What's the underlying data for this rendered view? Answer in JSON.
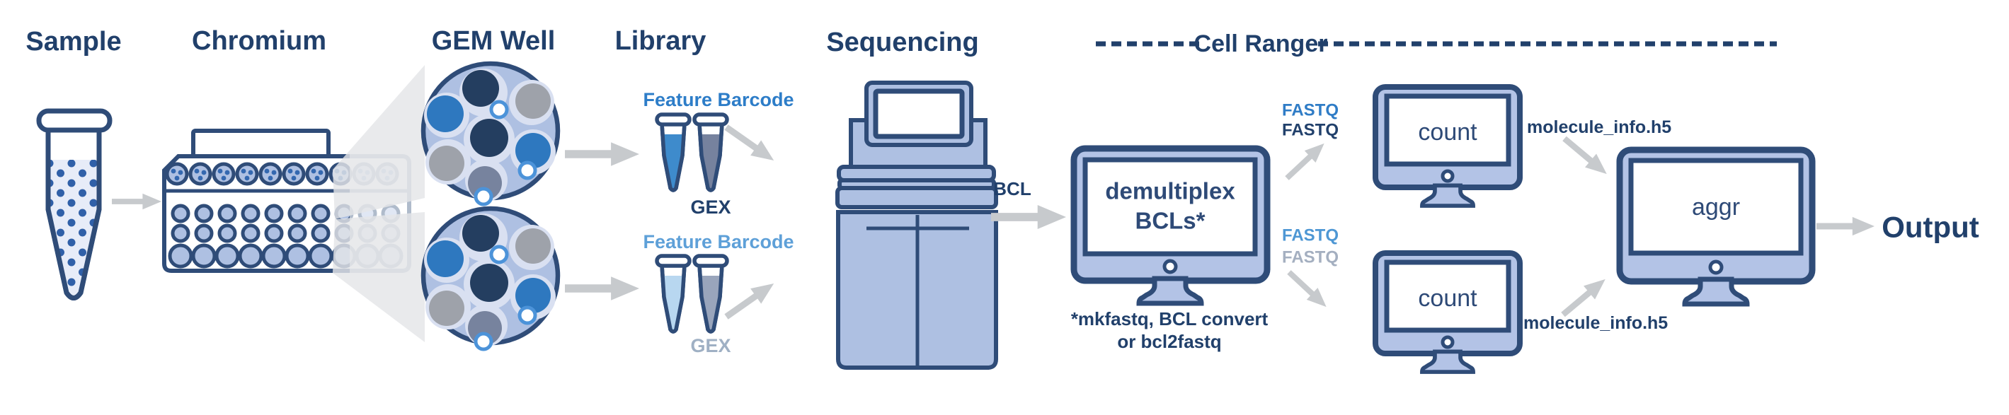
{
  "diagram": {
    "stages": {
      "sample": {
        "title": "Sample"
      },
      "chromium": {
        "title": "Chromium"
      },
      "gem_well": {
        "title": "GEM Well"
      },
      "library": {
        "title": "Library",
        "rows": [
          {
            "feature_barcode_label": "Feature Barcode",
            "gex_label": "GEX",
            "fb_color": "#2D7DC8",
            "gex_color": "#21406B",
            "tube1_color": "#3E8BCC",
            "tube2_color": "#76829E"
          },
          {
            "feature_barcode_label": "Feature Barcode",
            "gex_label": "GEX",
            "fb_color": "#5EA0D8",
            "gex_color": "#9FB0C4",
            "tube1_color": "#B8D7F0",
            "tube2_color": "#99A5BC"
          }
        ]
      },
      "sequencing": {
        "title": "Sequencing"
      },
      "cell_ranger": {
        "title": "Cell Ranger",
        "bcl_label": "BCL",
        "demultiplex": {
          "line1": "demultiplex",
          "line2": "BCLs*"
        },
        "footnote": {
          "line1": "*mkfastq, BCL convert",
          "line2": "or bcl2fastq"
        },
        "fastq_pair_top": {
          "line1": "FASTQ",
          "line2": "FASTQ",
          "line1_color": "#2F7CC6",
          "line2_color": "#21406B"
        },
        "fastq_pair_bottom": {
          "line1": "FASTQ",
          "line2": "FASTQ",
          "line1_color": "#4E97D4",
          "line2_color": "#A4AFC0"
        },
        "count_top_label": "count",
        "count_bottom_label": "count",
        "molecule_info_top": "molecule_info.h5",
        "molecule_info_bottom": "molecule_info.h5",
        "aggr_label": "aggr"
      },
      "output": {
        "label": "Output"
      }
    },
    "colors": {
      "navy_text": "#21406B",
      "outline": "#2F4C78",
      "periwinkle": "#AEC0E2",
      "monitor_fill": "#B3C3E6",
      "lavender": "#D9E0F1",
      "tube_liquid": "#E7ECF8",
      "arrow_gray": "#C7CACD",
      "cell_blue": "#2E78BF",
      "cell_gray": "#9EA2AA",
      "cell_slate": "#77839E",
      "cell_navy": "#243E60",
      "bead_ring": "#4C93D9",
      "dot_blue": "#3060A8"
    }
  }
}
